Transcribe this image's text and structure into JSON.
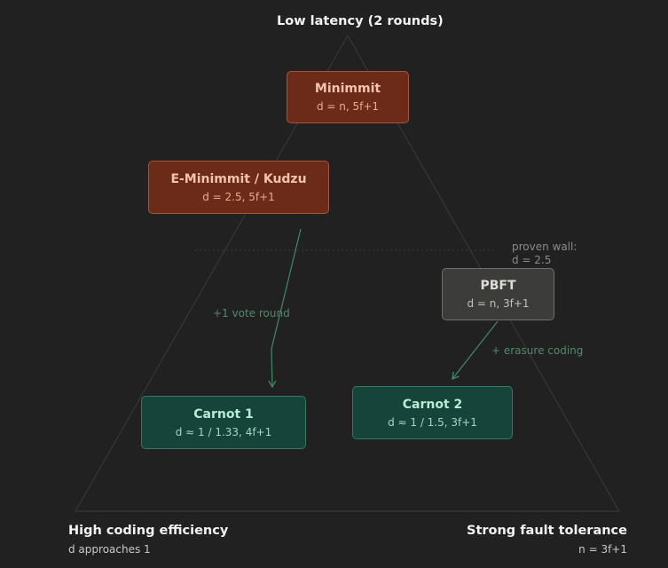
{
  "vertices": {
    "top": {
      "title": "Low latency (2 rounds)"
    },
    "left": {
      "title": "High coding efficiency",
      "subtitle": "d approaches 1"
    },
    "right": {
      "title": "Strong fault tolerance",
      "subtitle": "n = 3f+1"
    }
  },
  "wall_note": {
    "line1": "proven wall:",
    "line2": "d = 2.5"
  },
  "nodes": {
    "minimmit": {
      "title": "Minimmit",
      "detail": "d = n, 5f+1"
    },
    "eminimmit": {
      "title": "E-Minimmit / Kudzu",
      "detail": "d = 2.5, 5f+1"
    },
    "pbft": {
      "title": "PBFT",
      "detail": "d = n, 3f+1"
    },
    "carnot1": {
      "title": "Carnot 1",
      "detail": "d ≈ 1 / 1.33, 4f+1"
    },
    "carnot2": {
      "title": "Carnot 2",
      "detail": "d ≈ 1 / 1.5, 3f+1"
    }
  },
  "edges": {
    "vote_round": "+1 vote round",
    "erasure_coding": "+ erasure coding"
  },
  "colors": {
    "background": "#212121",
    "triangle_line": "#3a3a3a",
    "arrow_green": "#3f8a68",
    "node_warm_fill": "#6b2b18",
    "node_gray_fill": "#3c3c3a",
    "node_green_fill": "#17443a"
  }
}
